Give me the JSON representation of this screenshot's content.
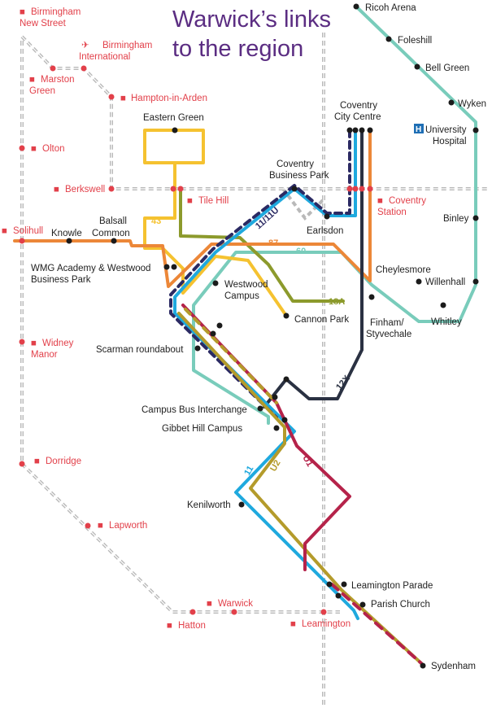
{
  "title_line1": "Warwick’s links",
  "title_line2": "to the region",
  "rail_stations": {
    "birmingham_new_street": [
      "Birmingham",
      "New Street"
    ],
    "birmingham_international": [
      "Birmingham",
      "International"
    ],
    "marston_green": [
      "Marston",
      "Green"
    ],
    "hampton_in_arden": "Hampton-in-Arden",
    "olton": "Olton",
    "berkswell": "Berkswell",
    "tile_hill": "Tile Hill",
    "coventry_station": [
      "Coventry",
      "Station"
    ],
    "solihull": "Solihull",
    "widney_manor": [
      "Widney",
      "Manor"
    ],
    "dorridge": "Dorridge",
    "lapworth": "Lapworth",
    "warwick": "Warwick",
    "hatton": "Hatton",
    "leamington": "Leamington"
  },
  "stops": {
    "ricoh_arena": "Ricoh Arena",
    "foleshill": "Foleshill",
    "bell_green": "Bell Green",
    "wyken": "Wyken",
    "university_hospital": [
      "University",
      "Hospital"
    ],
    "eastern_green": "Eastern Green",
    "coventry_city_centre": [
      "Coventry",
      "City Centre"
    ],
    "coventry_business_park": [
      "Coventry",
      "Business Park"
    ],
    "earlsdon": "Earlsdon",
    "binley": "Binley",
    "knowle": "Knowle",
    "balsall_common": [
      "Balsall",
      "Common"
    ],
    "wmg_academy": [
      "WMG Academy & Westwood",
      "Business Park"
    ],
    "westwood_campus": [
      "Westwood",
      "Campus"
    ],
    "cannon_park": "Cannon Park",
    "cheylesmore": "Cheylesmore",
    "willenhall": "Willenhall",
    "finham": [
      "Finham/",
      "Styvechale"
    ],
    "whitley": "Whitley",
    "scarman_roundabout": "Scarman roundabout",
    "campus_bus_interchange": "Campus Bus Interchange",
    "gibbet_hill_campus": "Gibbet Hill Campus",
    "kenilworth": "Kenilworth",
    "leamington_parade": "Leamington Parade",
    "parish_church": "Parish Church",
    "sydenham": "Sydenham"
  },
  "routes": {
    "r43": "43",
    "r87": "87",
    "r60": "60",
    "r18a": "18A",
    "r11_11u": "11/11U",
    "r12x": "12X",
    "r11": "11",
    "ru2": "U2",
    "ru1": "U1"
  },
  "hospital_symbol": "H",
  "colors": {
    "title": "#5b2d82",
    "rail_label": "#e2404a",
    "rail_line": "#b9b9b9",
    "route_11": "#1fa9de",
    "route_11u": "#2b2a63",
    "route_12x": "#2a3142",
    "route_18a": "#8c9a2c",
    "route_43": "#f5c230",
    "route_60": "#79ccbb",
    "route_87": "#ec8738",
    "route_u1": "#b5234a",
    "route_u2": "#b49b2b"
  }
}
